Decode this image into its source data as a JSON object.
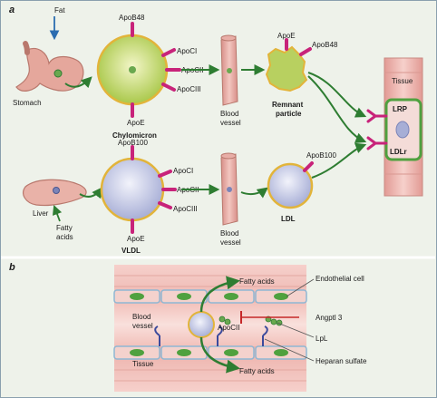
{
  "panel_a": {
    "letter": "a",
    "fat": "Fat",
    "stomach": "Stomach",
    "apob48_chylo": "ApoB48",
    "apoci_chylo": "ApoCI",
    "apocii_chylo": "ApoCII",
    "apociii_chylo": "ApoCIII",
    "apoe_chylo": "ApoE",
    "chylomicron": "Chylomicron",
    "blood_vessel_top_1": "Blood",
    "blood_vessel_top_2": "vessel",
    "apoe_remnant": "ApoE",
    "apob48_remnant": "ApoB48",
    "remnant_1": "Remnant",
    "remnant_2": "particle",
    "tissue": "Tissue",
    "lrp": "LRP",
    "ldlr": "LDLr",
    "liver": "Liver",
    "fatty_acids_1": "Fatty",
    "fatty_acids_2": "acids",
    "apob100_vldl": "ApoB100",
    "apoci_vldl": "ApoCI",
    "apocii_vldl": "ApoCII",
    "apociii_vldl": "ApoCIII",
    "apoe_vldl": "ApoE",
    "vldl": "VLDL",
    "blood_vessel_bottom_1": "Blood",
    "blood_vessel_bottom_2": "vessel",
    "apob100_ldl": "ApoB100",
    "ldl": "LDL"
  },
  "panel_b": {
    "letter": "b",
    "fatty_acids_top": "Fatty acids",
    "endothelial_cell": "Endothelial cell",
    "blood_vessel_1": "Blood",
    "blood_vessel_2": "vessel",
    "apocii": "ApoCII",
    "angptl3": "Angptl 3",
    "lpl": "LpL",
    "tissue": "Tissue",
    "fatty_acids_bottom": "Fatty acids",
    "heparan_sulfate": "Heparan sulfate"
  },
  "colors": {
    "background": "#eef2ea",
    "chylomicron_fill": "#b8d060",
    "vldl_fill": "#b8bedf",
    "apoprotein": "#c8237a",
    "arrow": "#2e7d32",
    "fat_arrow": "#2b6cb0",
    "vessel": "#e3a7a0",
    "tissue_band": "#eeb6b1",
    "endothelial_cell": "#4fa13f",
    "inhibition": "#c62828"
  }
}
